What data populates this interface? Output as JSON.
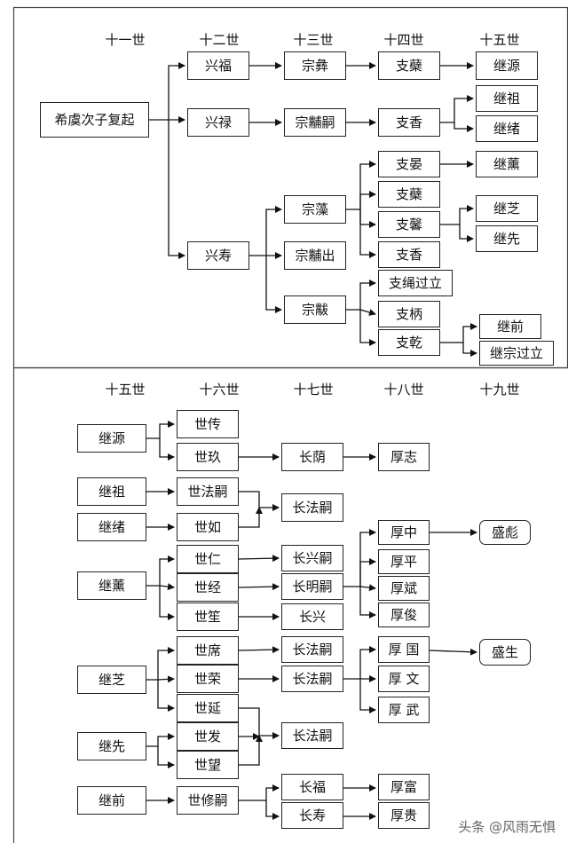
{
  "top": {
    "headers": [
      "十一世",
      "十二世",
      "十三世",
      "十四世",
      "十五世"
    ],
    "nodes": {
      "root": "希虞次子复起",
      "xingfu": "兴福",
      "xinglu": "兴禄",
      "xingshou": "兴寿",
      "zongyi": "宗彝",
      "zongfusi": "宗黼嗣",
      "zongzao": "宗藻",
      "zongfuchu": "宗黼出",
      "zongfu2": "宗黻",
      "zhiji1": "支蘗",
      "zhixiang1": "支香",
      "zhiyan": "支晏",
      "zhiji2": "支蘗",
      "zhixin": "支馨",
      "zhixiang2": "支香",
      "zhisheng": "支绳过立",
      "zhibing": "支柄",
      "zhiqian": "支乾",
      "jiyuan": "继源",
      "jizu": "继祖",
      "jixu": "继绪",
      "jixun": "继薰",
      "jizhi": "继芝",
      "jixian": "继先",
      "jiqian": "继前",
      "jizong": "继宗过立"
    }
  },
  "bottom": {
    "headers": [
      "十五世",
      "十六世",
      "十七世",
      "十八世",
      "十九世"
    ],
    "nodes": {
      "jiyuan": "继源",
      "jizu": "继祖",
      "jixu": "继绪",
      "jixun": "继薰",
      "jizhi": "继芝",
      "jixian": "继先",
      "jiqian": "继前",
      "shizhuan": "世传",
      "shijiu": "世玖",
      "shifasi": "世法嗣",
      "shiru": "世如",
      "shiren": "世仁",
      "shijing": "世经",
      "shisheng": "世笙",
      "shixi": "世席",
      "shirong": "世荣",
      "shiyan": "世延",
      "shifa": "世发",
      "shiwang": "世望",
      "shixiusi": "世修嗣",
      "changyin": "长荫",
      "changfasi1": "长法嗣",
      "changxingsi": "长兴嗣",
      "changmingsi": "长明嗣",
      "changxing": "长兴",
      "changfasi2": "长法嗣",
      "changfasi3": "长法嗣",
      "changfasi4": "长法嗣",
      "changfu": "长福",
      "changshou": "长寿",
      "houzhi": "厚志",
      "houzhong": "厚中",
      "houping": "厚平",
      "houbin": "厚斌",
      "houjun": "厚俊",
      "houguo": "厚 国",
      "houwen": "厚 文",
      "houwu": "厚 武",
      "houfu": "厚富",
      "hougui": "厚贵",
      "shengbiao": "盛彪",
      "shengsheng": "盛生"
    }
  },
  "watermark": "头条 @风雨无惧"
}
